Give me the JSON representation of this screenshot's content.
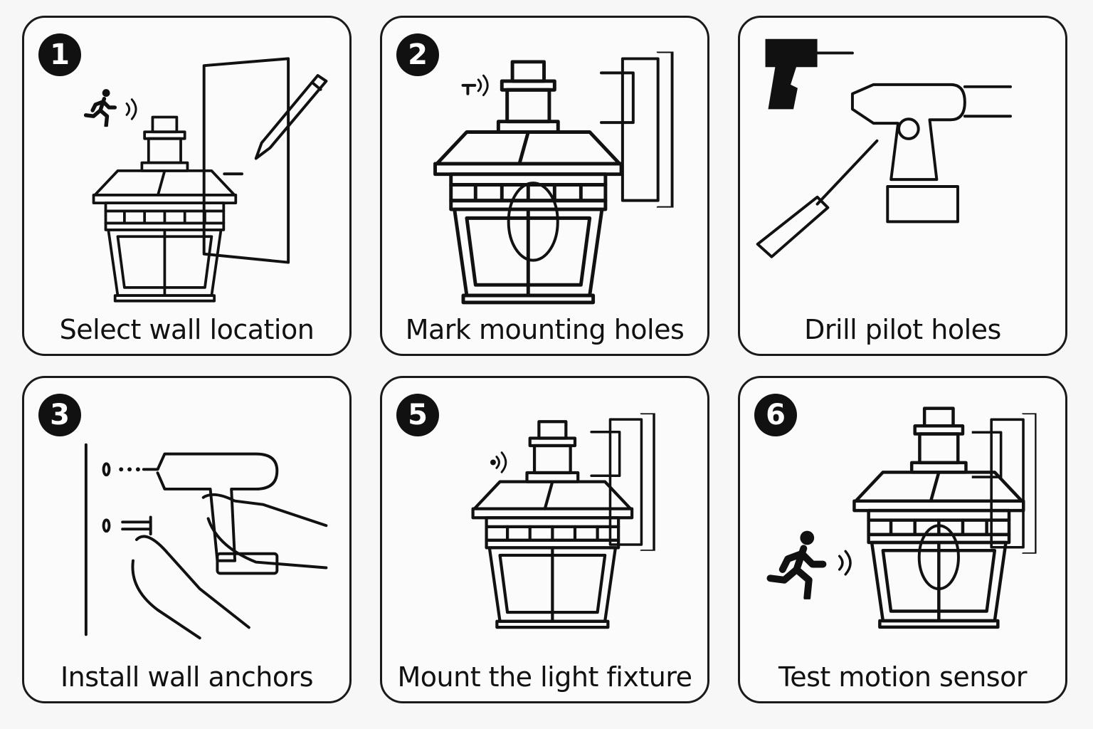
{
  "steps": [
    {
      "badge": "1",
      "label": "Select wall location"
    },
    {
      "badge": "2",
      "label": "Mark mounting holes"
    },
    {
      "badge": "",
      "label": "Drill pilot holes"
    },
    {
      "badge": "3",
      "label": "Install wall anchors"
    },
    {
      "badge": "5",
      "label": "Mount the light fixture"
    },
    {
      "badge": "6",
      "label": "Test motion sensor"
    }
  ],
  "colors": {
    "ink": "#111111",
    "background": "#f7f7f7"
  }
}
